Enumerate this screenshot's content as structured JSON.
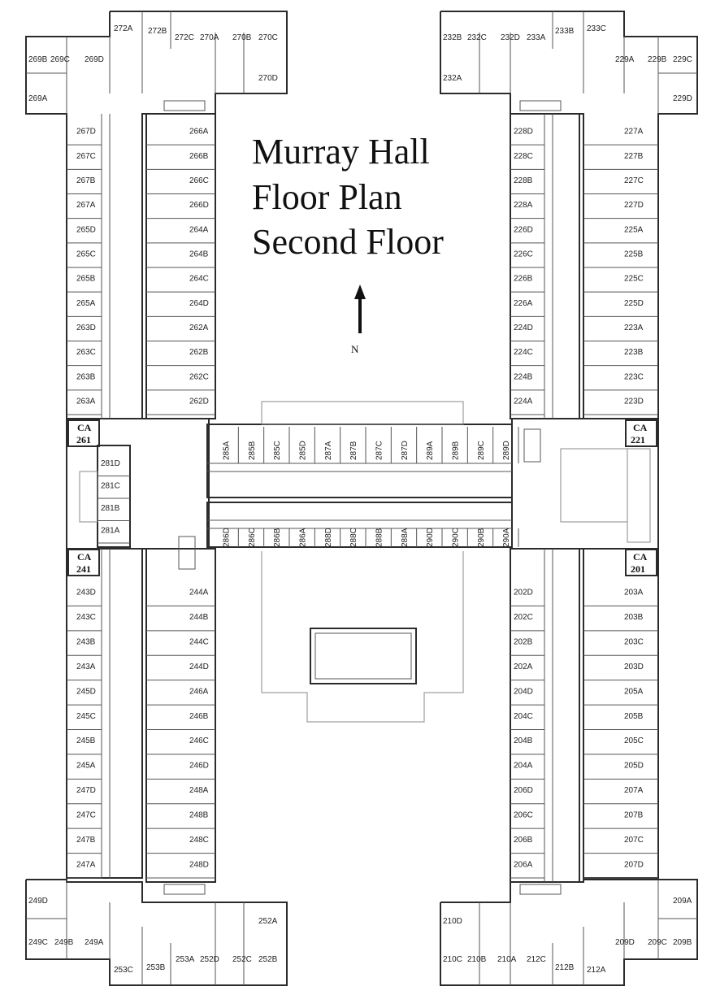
{
  "title": {
    "line1": "Murray Hall",
    "line2": "Floor Plan",
    "line3": "Second Floor"
  },
  "compass": {
    "label": "N"
  },
  "ca_rooms": [
    {
      "line1": "CA",
      "line2": "261"
    },
    {
      "line1": "CA",
      "line2": "221"
    },
    {
      "line1": "CA",
      "line2": "241"
    },
    {
      "line1": "CA",
      "line2": "201"
    }
  ],
  "wings": {
    "nw_top": [
      "272A",
      "272B",
      "272C",
      "270A",
      "270B",
      "270C",
      "269B",
      "269C",
      "269D",
      "270D",
      "269A"
    ],
    "ne_top": [
      "232B",
      "232C",
      "232D",
      "233A",
      "233B",
      "233C",
      "229A",
      "229B",
      "229C",
      "232A",
      "229D"
    ],
    "w_upper_outer": [
      "267D",
      "267C",
      "267B",
      "267A",
      "265D",
      "265C",
      "265B",
      "265A",
      "263D",
      "263C",
      "263B",
      "263A"
    ],
    "w_upper_inner": [
      "266A",
      "266B",
      "266C",
      "266D",
      "264A",
      "264B",
      "264C",
      "264D",
      "262A",
      "262B",
      "262C",
      "262D"
    ],
    "e_upper_inner": [
      "228D",
      "228C",
      "228B",
      "228A",
      "226D",
      "226C",
      "226B",
      "226A",
      "224D",
      "224C",
      "224B",
      "224A"
    ],
    "e_upper_outer": [
      "227A",
      "227B",
      "227C",
      "227D",
      "225A",
      "225B",
      "225C",
      "225D",
      "223A",
      "223B",
      "223C",
      "223D"
    ],
    "west_annex": [
      "281D",
      "281C",
      "281B",
      "281A"
    ],
    "center_north": [
      "285A",
      "285B",
      "285C",
      "285D",
      "287A",
      "287B",
      "287C",
      "287D",
      "289A",
      "289B",
      "289C",
      "289D"
    ],
    "center_south": [
      "286D",
      "286C",
      "286B",
      "286A",
      "288D",
      "288C",
      "288B",
      "288A",
      "290D",
      "290C",
      "290B",
      "290A"
    ],
    "w_lower_outer": [
      "243D",
      "243C",
      "243B",
      "243A",
      "245D",
      "245C",
      "245B",
      "245A",
      "247D",
      "247C",
      "247B",
      "247A"
    ],
    "w_lower_inner": [
      "244A",
      "244B",
      "244C",
      "244D",
      "246A",
      "246B",
      "246C",
      "246D",
      "248A",
      "248B",
      "248C",
      "248D"
    ],
    "e_lower_inner": [
      "202D",
      "202C",
      "202B",
      "202A",
      "204D",
      "204C",
      "204B",
      "204A",
      "206D",
      "206C",
      "206B",
      "206A"
    ],
    "e_lower_outer": [
      "203A",
      "203B",
      "203C",
      "203D",
      "205A",
      "205B",
      "205C",
      "205D",
      "207A",
      "207B",
      "207C",
      "207D"
    ],
    "sw_bottom": [
      "249D",
      "252A",
      "249C",
      "249B",
      "249A",
      "253A",
      "252D",
      "252C",
      "252B",
      "253C",
      "253B"
    ],
    "se_bottom": [
      "209A",
      "210D",
      "209D",
      "209C",
      "209B",
      "210C",
      "210B",
      "210A",
      "212C",
      "212B",
      "212A"
    ]
  },
  "colors": {
    "line": "#2b2b2b",
    "text": "#222222",
    "background": "#ffffff"
  }
}
